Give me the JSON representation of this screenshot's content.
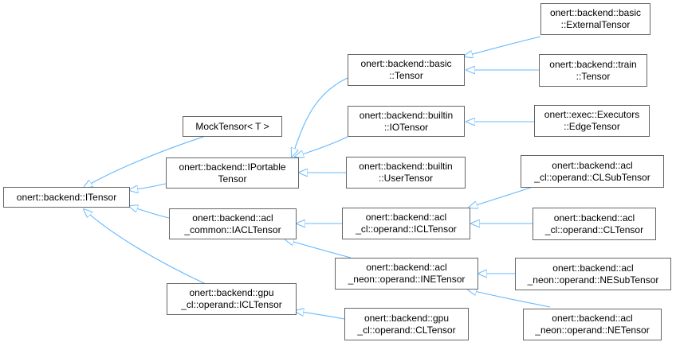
{
  "colors": {
    "edge": "#63b8ff",
    "border": "#666666",
    "text": "#000000",
    "background": "#ffffff"
  },
  "nodes": {
    "itensor": {
      "lines": [
        "onert::backend::ITensor"
      ]
    },
    "mocktensor": {
      "lines": [
        "MockTensor< T >"
      ]
    },
    "iportable": {
      "lines": [
        "onert::backend::IPortable",
        "Tensor"
      ]
    },
    "iacl": {
      "lines": [
        "onert::backend::acl",
        "_common::IACLTensor"
      ]
    },
    "gpuicl": {
      "lines": [
        "onert::backend::gpu",
        "_cl::operand::ICLTensor"
      ]
    },
    "basictensor": {
      "lines": [
        "onert::backend::basic",
        "::Tensor"
      ]
    },
    "iotensor": {
      "lines": [
        "onert::backend::builtin",
        "::IOTensor"
      ]
    },
    "usertensor": {
      "lines": [
        "onert::backend::builtin",
        "::UserTensor"
      ]
    },
    "aclicl": {
      "lines": [
        "onert::backend::acl",
        "_cl::operand::ICLTensor"
      ]
    },
    "ine": {
      "lines": [
        "onert::backend::acl",
        "_neon::operand::INETensor"
      ]
    },
    "gpucl": {
      "lines": [
        "onert::backend::gpu",
        "_cl::operand::CLTensor"
      ]
    },
    "external": {
      "lines": [
        "onert::backend::basic",
        "::ExternalTensor"
      ]
    },
    "traintensor": {
      "lines": [
        "onert::backend::train",
        "::Tensor"
      ]
    },
    "edgetensor": {
      "lines": [
        "onert::exec::Executors",
        "::EdgeTensor"
      ]
    },
    "clsub": {
      "lines": [
        "onert::backend::acl",
        "_cl::operand::CLSubTensor"
      ]
    },
    "cltensor": {
      "lines": [
        "onert::backend::acl",
        "_cl::operand::CLTensor"
      ]
    },
    "nesub": {
      "lines": [
        "onert::backend::acl",
        "_neon::operand::NESubTensor"
      ]
    },
    "netensor": {
      "lines": [
        "onert::backend::acl",
        "_neon::operand::NETensor"
      ]
    }
  },
  "edges": [
    {
      "from": "mocktensor",
      "to": "itensor"
    },
    {
      "from": "iportable",
      "to": "itensor"
    },
    {
      "from": "iacl",
      "to": "itensor"
    },
    {
      "from": "gpuicl",
      "to": "itensor"
    },
    {
      "from": "basictensor",
      "to": "iportable"
    },
    {
      "from": "iotensor",
      "to": "iportable"
    },
    {
      "from": "usertensor",
      "to": "iportable"
    },
    {
      "from": "aclicl",
      "to": "iacl"
    },
    {
      "from": "ine",
      "to": "iacl"
    },
    {
      "from": "gpucl",
      "to": "gpuicl"
    },
    {
      "from": "external",
      "to": "basictensor"
    },
    {
      "from": "traintensor",
      "to": "basictensor"
    },
    {
      "from": "edgetensor",
      "to": "iotensor"
    },
    {
      "from": "clsub",
      "to": "aclicl"
    },
    {
      "from": "cltensor",
      "to": "aclicl"
    },
    {
      "from": "nesub",
      "to": "ine"
    },
    {
      "from": "netensor",
      "to": "ine"
    }
  ]
}
